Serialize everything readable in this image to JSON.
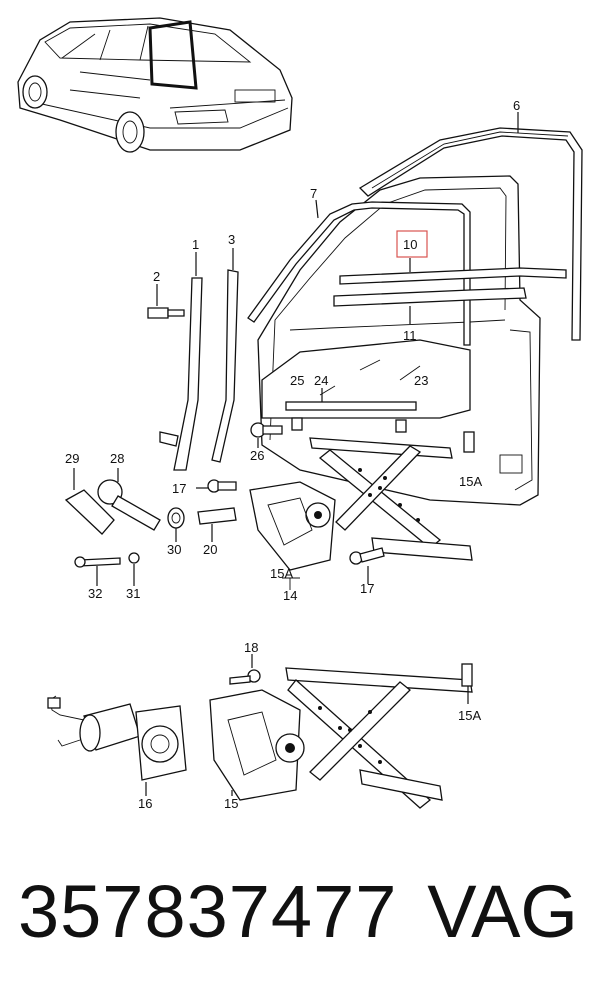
{
  "diagram": {
    "labels": {
      "p1": "1",
      "p2": "2",
      "p3": "3",
      "p6": "6",
      "p7": "7",
      "p10": "10",
      "p11": "11",
      "p14": "14",
      "p15": "15",
      "p15a_1": "15A",
      "p15a_2": "15A",
      "p15a_3": "15A",
      "p16": "16",
      "p17a": "17",
      "p17b": "17",
      "p18": "18",
      "p20": "20",
      "p23": "23",
      "p24": "24",
      "p25": "25",
      "p26": "26",
      "p28": "28",
      "p29": "29",
      "p30": "30",
      "p31": "31",
      "p32": "32"
    },
    "highlight_color": "#d9534f"
  },
  "footer": {
    "part_number": "357837477",
    "brand": "VAG"
  }
}
